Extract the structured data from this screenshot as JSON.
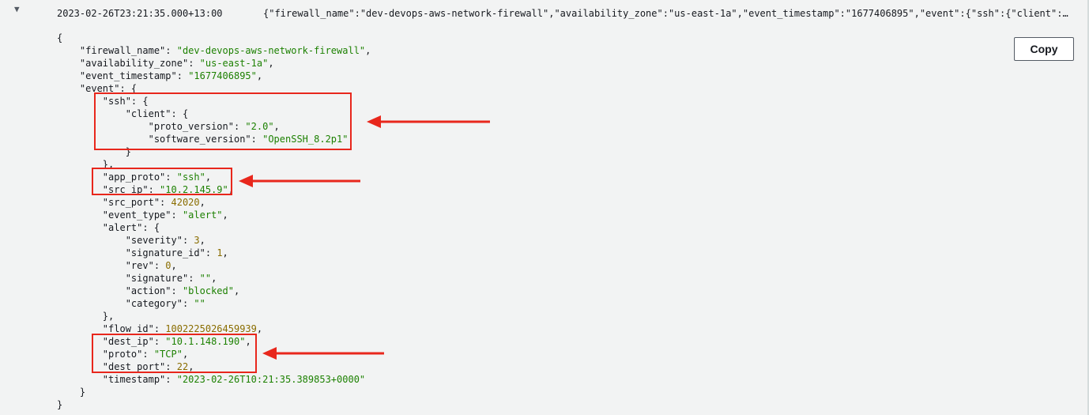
{
  "log_row": {
    "toggle_icon": "caret-down-icon",
    "timestamp": "2023-02-26T23:21:35.000+13:00",
    "message_preview": "{\"firewall_name\":\"dev-devops-aws-network-firewall\",\"availability_zone\":\"us-east-1a\",\"event_timestamp\":\"1677406895\",\"event\":{\"ssh\":{\"client\":…"
  },
  "copy_button": {
    "label": "Copy"
  },
  "json_lines": [
    [
      {
        "t": "p",
        "v": "{"
      }
    ],
    [
      {
        "t": "p",
        "v": "    "
      },
      {
        "t": "k",
        "v": "\"firewall_name\""
      },
      {
        "t": "p",
        "v": ": "
      },
      {
        "t": "s",
        "v": "\"dev-devops-aws-network-firewall\""
      },
      {
        "t": "p",
        "v": ","
      }
    ],
    [
      {
        "t": "p",
        "v": "    "
      },
      {
        "t": "k",
        "v": "\"availability_zone\""
      },
      {
        "t": "p",
        "v": ": "
      },
      {
        "t": "s",
        "v": "\"us-east-1a\""
      },
      {
        "t": "p",
        "v": ","
      }
    ],
    [
      {
        "t": "p",
        "v": "    "
      },
      {
        "t": "k",
        "v": "\"event_timestamp\""
      },
      {
        "t": "p",
        "v": ": "
      },
      {
        "t": "s",
        "v": "\"1677406895\""
      },
      {
        "t": "p",
        "v": ","
      }
    ],
    [
      {
        "t": "p",
        "v": "    "
      },
      {
        "t": "k",
        "v": "\"event\""
      },
      {
        "t": "p",
        "v": ": {"
      }
    ],
    [
      {
        "t": "p",
        "v": "        "
      },
      {
        "t": "k",
        "v": "\"ssh\""
      },
      {
        "t": "p",
        "v": ": {"
      }
    ],
    [
      {
        "t": "p",
        "v": "            "
      },
      {
        "t": "k",
        "v": "\"client\""
      },
      {
        "t": "p",
        "v": ": {"
      }
    ],
    [
      {
        "t": "p",
        "v": "                "
      },
      {
        "t": "k",
        "v": "\"proto_version\""
      },
      {
        "t": "p",
        "v": ": "
      },
      {
        "t": "s",
        "v": "\"2.0\""
      },
      {
        "t": "p",
        "v": ","
      }
    ],
    [
      {
        "t": "p",
        "v": "                "
      },
      {
        "t": "k",
        "v": "\"software_version\""
      },
      {
        "t": "p",
        "v": ": "
      },
      {
        "t": "s",
        "v": "\"OpenSSH_8.2p1\""
      }
    ],
    [
      {
        "t": "p",
        "v": "            }"
      }
    ],
    [
      {
        "t": "p",
        "v": "        },"
      }
    ],
    [
      {
        "t": "p",
        "v": "        "
      },
      {
        "t": "k",
        "v": "\"app_proto\""
      },
      {
        "t": "p",
        "v": ": "
      },
      {
        "t": "s",
        "v": "\"ssh\""
      },
      {
        "t": "p",
        "v": ","
      }
    ],
    [
      {
        "t": "p",
        "v": "        "
      },
      {
        "t": "k",
        "v": "\"src_ip\""
      },
      {
        "t": "p",
        "v": ": "
      },
      {
        "t": "s",
        "v": "\"10.2.145.9\""
      },
      {
        "t": "p",
        "v": ","
      }
    ],
    [
      {
        "t": "p",
        "v": "        "
      },
      {
        "t": "k",
        "v": "\"src_port\""
      },
      {
        "t": "p",
        "v": ": "
      },
      {
        "t": "n",
        "v": "42020"
      },
      {
        "t": "p",
        "v": ","
      }
    ],
    [
      {
        "t": "p",
        "v": "        "
      },
      {
        "t": "k",
        "v": "\"event_type\""
      },
      {
        "t": "p",
        "v": ": "
      },
      {
        "t": "s",
        "v": "\"alert\""
      },
      {
        "t": "p",
        "v": ","
      }
    ],
    [
      {
        "t": "p",
        "v": "        "
      },
      {
        "t": "k",
        "v": "\"alert\""
      },
      {
        "t": "p",
        "v": ": {"
      }
    ],
    [
      {
        "t": "p",
        "v": "            "
      },
      {
        "t": "k",
        "v": "\"severity\""
      },
      {
        "t": "p",
        "v": ": "
      },
      {
        "t": "n",
        "v": "3"
      },
      {
        "t": "p",
        "v": ","
      }
    ],
    [
      {
        "t": "p",
        "v": "            "
      },
      {
        "t": "k",
        "v": "\"signature_id\""
      },
      {
        "t": "p",
        "v": ": "
      },
      {
        "t": "n",
        "v": "1"
      },
      {
        "t": "p",
        "v": ","
      }
    ],
    [
      {
        "t": "p",
        "v": "            "
      },
      {
        "t": "k",
        "v": "\"rev\""
      },
      {
        "t": "p",
        "v": ": "
      },
      {
        "t": "n",
        "v": "0"
      },
      {
        "t": "p",
        "v": ","
      }
    ],
    [
      {
        "t": "p",
        "v": "            "
      },
      {
        "t": "k",
        "v": "\"signature\""
      },
      {
        "t": "p",
        "v": ": "
      },
      {
        "t": "s",
        "v": "\"\""
      },
      {
        "t": "p",
        "v": ","
      }
    ],
    [
      {
        "t": "p",
        "v": "            "
      },
      {
        "t": "k",
        "v": "\"action\""
      },
      {
        "t": "p",
        "v": ": "
      },
      {
        "t": "s",
        "v": "\"blocked\""
      },
      {
        "t": "p",
        "v": ","
      }
    ],
    [
      {
        "t": "p",
        "v": "            "
      },
      {
        "t": "k",
        "v": "\"category\""
      },
      {
        "t": "p",
        "v": ": "
      },
      {
        "t": "s",
        "v": "\"\""
      }
    ],
    [
      {
        "t": "p",
        "v": "        },"
      }
    ],
    [
      {
        "t": "p",
        "v": "        "
      },
      {
        "t": "k",
        "v": "\"flow_id\""
      },
      {
        "t": "p",
        "v": ": "
      },
      {
        "t": "n",
        "v": "1002225026459939"
      },
      {
        "t": "p",
        "v": ","
      }
    ],
    [
      {
        "t": "p",
        "v": "        "
      },
      {
        "t": "k",
        "v": "\"dest_ip\""
      },
      {
        "t": "p",
        "v": ": "
      },
      {
        "t": "s",
        "v": "\"10.1.148.190\""
      },
      {
        "t": "p",
        "v": ","
      }
    ],
    [
      {
        "t": "p",
        "v": "        "
      },
      {
        "t": "k",
        "v": "\"proto\""
      },
      {
        "t": "p",
        "v": ": "
      },
      {
        "t": "s",
        "v": "\"TCP\""
      },
      {
        "t": "p",
        "v": ","
      }
    ],
    [
      {
        "t": "p",
        "v": "        "
      },
      {
        "t": "k",
        "v": "\"dest_port\""
      },
      {
        "t": "p",
        "v": ": "
      },
      {
        "t": "n",
        "v": "22"
      },
      {
        "t": "p",
        "v": ","
      }
    ],
    [
      {
        "t": "p",
        "v": "        "
      },
      {
        "t": "k",
        "v": "\"timestamp\""
      },
      {
        "t": "p",
        "v": ": "
      },
      {
        "t": "s",
        "v": "\"2023-02-26T10:21:35.389853+0000\""
      }
    ],
    [
      {
        "t": "p",
        "v": "    }"
      }
    ],
    [
      {
        "t": "p",
        "v": "}"
      }
    ]
  ],
  "colors": {
    "background": "#f2f3f3",
    "string": "#1d8102",
    "number": "#8a6d00",
    "highlight": "#e8271c"
  }
}
